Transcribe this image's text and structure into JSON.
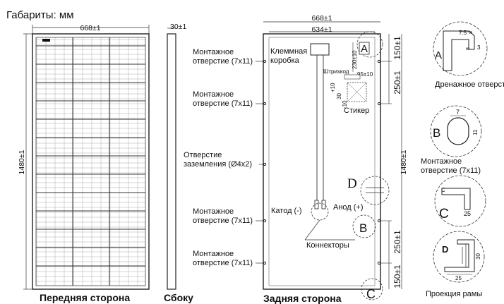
{
  "title": "Габариты: мм",
  "front": {
    "caption": "Передняя сторона",
    "width_dim": "668±1",
    "height_dim": "1480±1"
  },
  "side": {
    "caption": "Сбоку",
    "thickness_dim": "30±1"
  },
  "back": {
    "caption": "Задняя сторона",
    "width_outer_dim": "668±1",
    "width_inner_dim": "634±1",
    "height_dim": "1480±1",
    "dim_150_top": "150±1",
    "dim_250_top": "250±1",
    "dim_250_bottom": "250±1",
    "dim_150_bottom": "150±1",
    "barcode_dims": [
      "230±10",
      "95±10"
    ],
    "sticker_dims": [
      "+10",
      "30",
      "-10"
    ],
    "junction_box": [
      "Клеммная",
      "коробка"
    ],
    "barcode_label": "Штрихкод",
    "sticker_label": "Стикер",
    "cathode_label": "Катод (-)",
    "anode_label": "Анод (+)",
    "connectors_label": "Коннекторы",
    "marker_a": "A",
    "marker_b": "B",
    "marker_c": "C",
    "marker_d": "D"
  },
  "callouts": {
    "mount1": [
      "Монтажное",
      "отверстие (7x11)"
    ],
    "mount2": [
      "Монтажное",
      "отверстие (7x11)"
    ],
    "ground": [
      "Отверстие",
      "заземления (Ø4x2)"
    ],
    "mount3": [
      "Монтажное",
      "отверстие (7x11)"
    ],
    "mount4": [
      "Монтажное",
      "отверстие (7x11)"
    ]
  },
  "details": {
    "a": {
      "letter": "A",
      "label": "Дренажное отверстие",
      "dims": [
        "7.5",
        "8",
        "8",
        "3"
      ]
    },
    "b": {
      "letter": "B",
      "label": [
        "Монтажное",
        "отверстие (7x11)"
      ],
      "dims": [
        "7",
        "11"
      ]
    },
    "c": {
      "letter": "C",
      "dims": [
        "25"
      ]
    },
    "d": {
      "letter": "D",
      "label": "Проекция рамы",
      "dims": [
        "25",
        "30"
      ]
    }
  }
}
